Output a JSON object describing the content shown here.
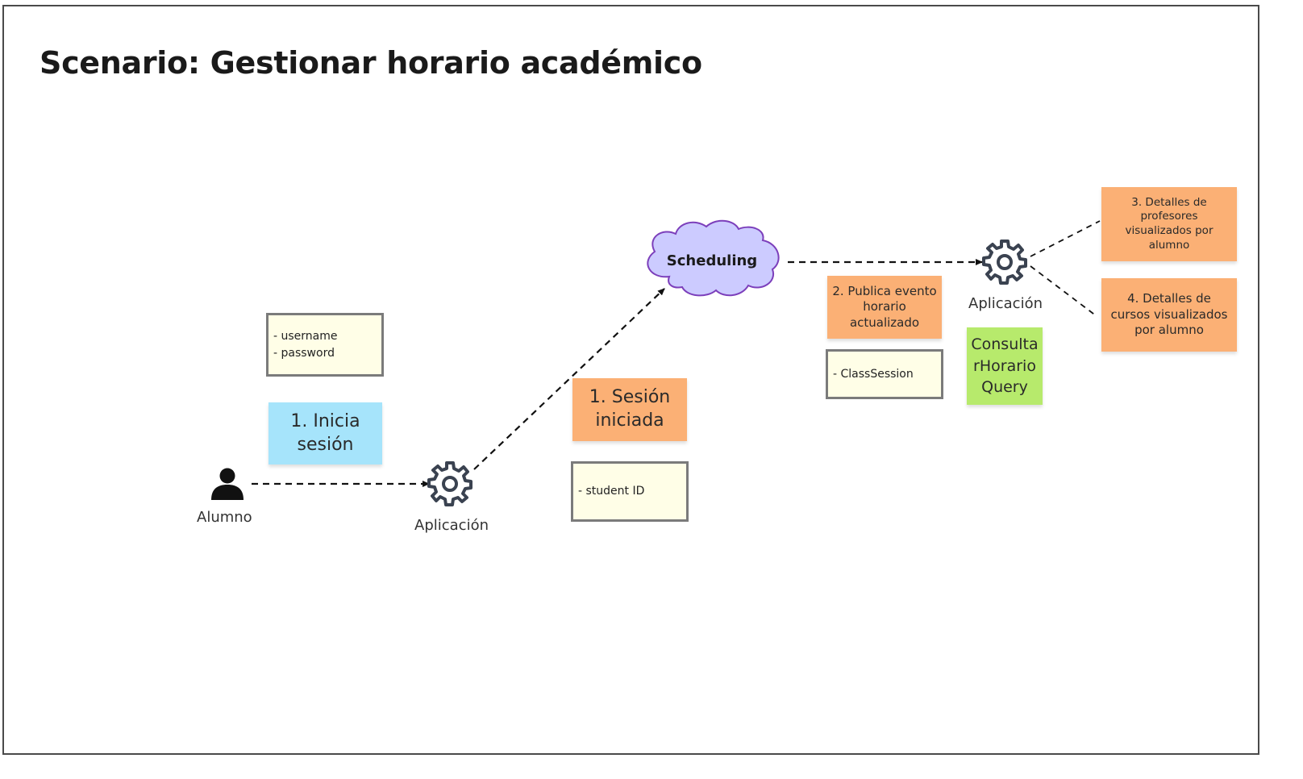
{
  "diagram": {
    "title": "Scenario: Gestionar horario académico",
    "actor": {
      "label": "Alumno",
      "icon": "person-icon"
    },
    "app_login": {
      "label": "Aplicación",
      "icon": "gear-icon"
    },
    "app_query": {
      "label": "Aplicación",
      "icon": "gear-icon"
    },
    "system": {
      "label": "Scheduling",
      "shape": "cloud",
      "fill": "#cccbff",
      "stroke": "#7c3fbb"
    },
    "stickies": {
      "inicia_sesion": "1. Inicia sesión",
      "sesion_iniciada": "1. Sesión iniciada",
      "publica_evento": "2. Publica evento horario actualizado",
      "query": "ConsultarHorarioQuery",
      "detalles_profesores": "3. Detalles de profesores visualizados por alumno",
      "detalles_cursos": "4. Detalles de cursos visualizados por alumno"
    },
    "notes": {
      "credentials": [
        "- username",
        "- password"
      ],
      "student": [
        "- student ID"
      ],
      "class_session": [
        "- ClassSession"
      ]
    },
    "colors": {
      "command": "#a6e4fb",
      "event": "#fbb075",
      "query": "#b7ea6c",
      "note": "#fffee7",
      "note_border": "#7b7b7b"
    }
  }
}
